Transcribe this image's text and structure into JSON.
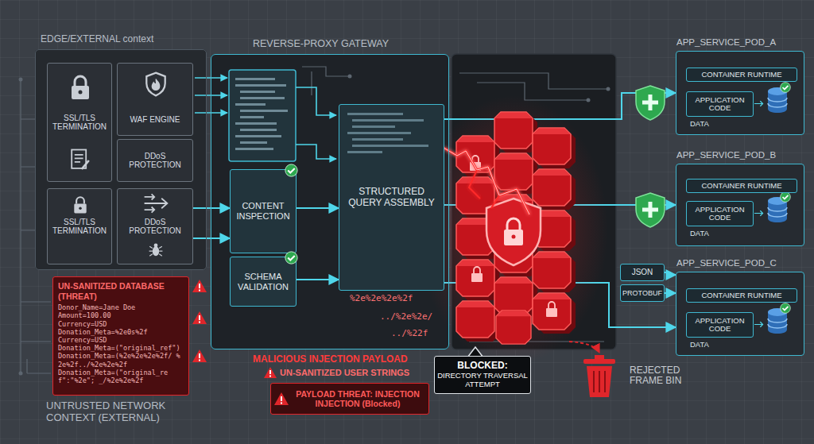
{
  "diagram": {
    "nodes": [
      {
        "text": [
          "EDGE/EXTERNAL context"
        ]
      },
      {
        "text": [
          "SSL/TLS TERMINATION"
        ],
        "in": 0
      },
      {
        "text": [
          "WAF ENGINE"
        ],
        "in": 0
      },
      {
        "text": [
          "DDoS PROTECTION"
        ],
        "in": 0
      },
      {
        "text": [
          "SSL/TLS TERMINATION"
        ],
        "in": 0
      },
      {
        "text": [
          "DDoS PROTECTION"
        ],
        "in": 0
      },
      {
        "text": [
          "REVERSE-PROXY GATEWAY"
        ]
      },
      {
        "text": [
          "CONTENT INSPECTION"
        ],
        "in": 6
      },
      {
        "text": [
          "SCHEMA VALIDATION"
        ],
        "in": 6
      },
      {
        "text": [
          "STRUCTURED QUERY ASSEMBLY"
        ],
        "in": 6
      },
      {
        "text": [
          "APP_SERVICE_POD_A"
        ]
      },
      {
        "text": [
          "CONTAINER RUNTIME"
        ],
        "in": 10
      },
      {
        "text": [
          "APPLICATION CODE"
        ],
        "in": 10
      },
      {
        "text": [
          "APP_SERVICE_POD_B"
        ]
      },
      {
        "text": [
          "CONTAINER RUNTIME"
        ],
        "in": 13
      },
      {
        "text": [
          "APPLICATION CODE"
        ],
        "in": 13
      },
      {
        "text": [
          "JSON"
        ]
      },
      {
        "text": [
          "PROTOBUF"
        ]
      },
      {
        "text": [
          "APP_SERVICE_POD_C"
        ]
      },
      {
        "text": [
          "CONTAINER RUNTIME"
        ],
        "in": 18
      },
      {
        "text": [
          "APPLICATION CODE"
        ],
        "in": 18
      },
      {
        "text": [
          "UN-SANITIZED DATABASE (THREAT)",
          "Donor_Name=Jane Doe",
          "Amount=100.00",
          "Currency=USD",
          "Donation_Meta=%2e0s%2f",
          "Currency=USD",
          "Donation_Meta=(\"original_ref\")",
          "Donation_Meta=(%2e%2e%2e%2f/ %2e%2f../%2e%2e%2f",
          "Donation_Meta=(\"original_ref\":\"%2e\"; _/%2e%2e%2f"
        ]
      },
      {
        "text": [
          "PAYLOAD THREAT: INJECTION INJECTION (Blocked)"
        ]
      },
      {
        "text": [
          "BLOCKED:",
          "DIRECTORY TRAVERSAL ATTEMPT"
        ]
      }
    ],
    "edges": [
      {
        "from": 5,
        "to": 7,
        "arrow": "to"
      },
      {
        "from": 5,
        "to": 7,
        "arrow": "to"
      },
      {
        "from": 7,
        "to": 9,
        "arrow": "to"
      },
      {
        "from": 8,
        "to": 9,
        "arrow": "to"
      },
      {
        "from": 9,
        "to": 10,
        "arrow": "to"
      },
      {
        "from": 9,
        "to": 13,
        "arrow": "to"
      },
      {
        "from": 9,
        "to": 18,
        "arrow": "to"
      },
      {
        "from": 16,
        "to": 18,
        "arrow": "to"
      },
      {
        "from": 17,
        "to": 18,
        "arrow": "to"
      }
    ],
    "labels": [
      "%2e%2e%2e%2f",
      "../%2e%2e/",
      "../%22f",
      "MALICIOUS INJECTION PAYLOAD",
      "UN-SANITIZED USER STRINGS",
      "REJECTED FRAME BIN",
      "UNTRUSTED NETWORK CONTEXT (EXTERNAL)",
      "DATA",
      "DATA",
      "DATA"
    ]
  }
}
